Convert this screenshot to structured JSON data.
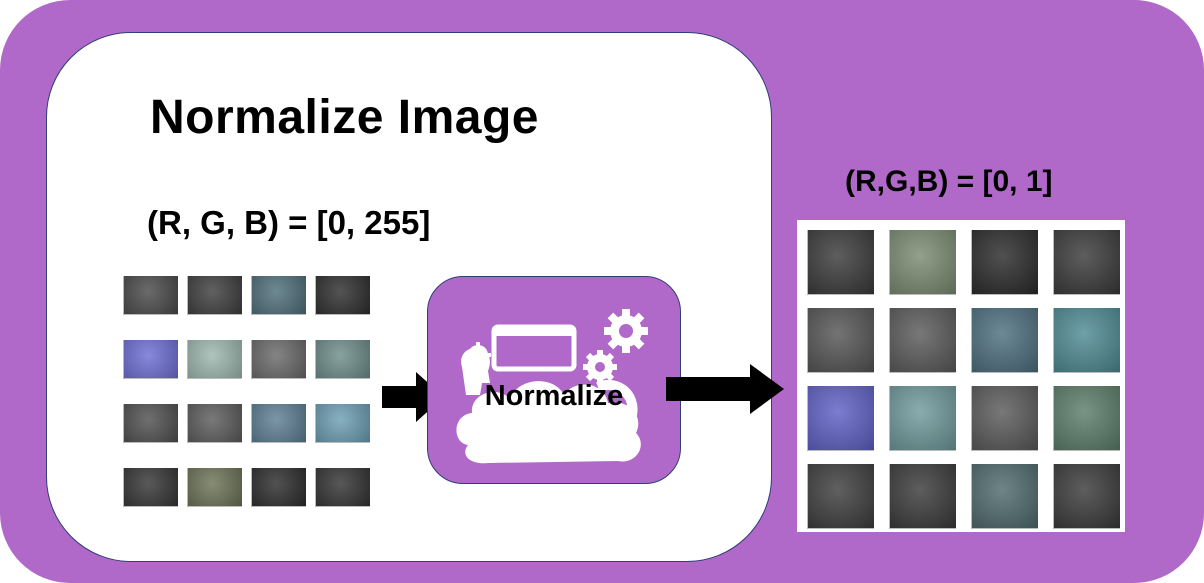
{
  "title": "Normalize Image",
  "input_range": "(R, G, B) = [0, 255]",
  "output_range": "(R,G,B) = [0, 1]",
  "process_label": "Normalize",
  "icons": {
    "process": "gears-cloud-icon",
    "arrow": "arrow-right-icon"
  },
  "colors": {
    "background": "#b069c8",
    "panel": "#ffffff",
    "border": "#2f3f7a"
  },
  "input_tiles": [
    {
      "color": "#4a4a4a"
    },
    {
      "color": "#3e3e3e"
    },
    {
      "color": "#4f6f7a"
    },
    {
      "color": "#2e2e2e"
    },
    {
      "color": "#6f6fd6"
    },
    {
      "color": "#9fb8b0"
    },
    {
      "color": "#6a6a6a"
    },
    {
      "color": "#6e8e8a"
    },
    {
      "color": "#505050"
    },
    {
      "color": "#5c5c5c"
    },
    {
      "color": "#5e7f95"
    },
    {
      "color": "#6d9fb4"
    },
    {
      "color": "#353535"
    },
    {
      "color": "#6d7356"
    },
    {
      "color": "#2c2c2c"
    },
    {
      "color": "#333333"
    }
  ],
  "output_tiles": [
    {
      "color": "#3a3a3a"
    },
    {
      "color": "#7a8c72"
    },
    {
      "color": "#2a2a2a"
    },
    {
      "color": "#3a3a3a"
    },
    {
      "color": "#555555"
    },
    {
      "color": "#5a5a5a"
    },
    {
      "color": "#4d6f7f"
    },
    {
      "color": "#4f8b94"
    },
    {
      "color": "#5f60c6"
    },
    {
      "color": "#6f9a9c"
    },
    {
      "color": "#5a5a5a"
    },
    {
      "color": "#5b7d6a"
    },
    {
      "color": "#3d3d3d"
    },
    {
      "color": "#3a3a3a"
    },
    {
      "color": "#4f6a6e"
    },
    {
      "color": "#3a3a3a"
    }
  ]
}
